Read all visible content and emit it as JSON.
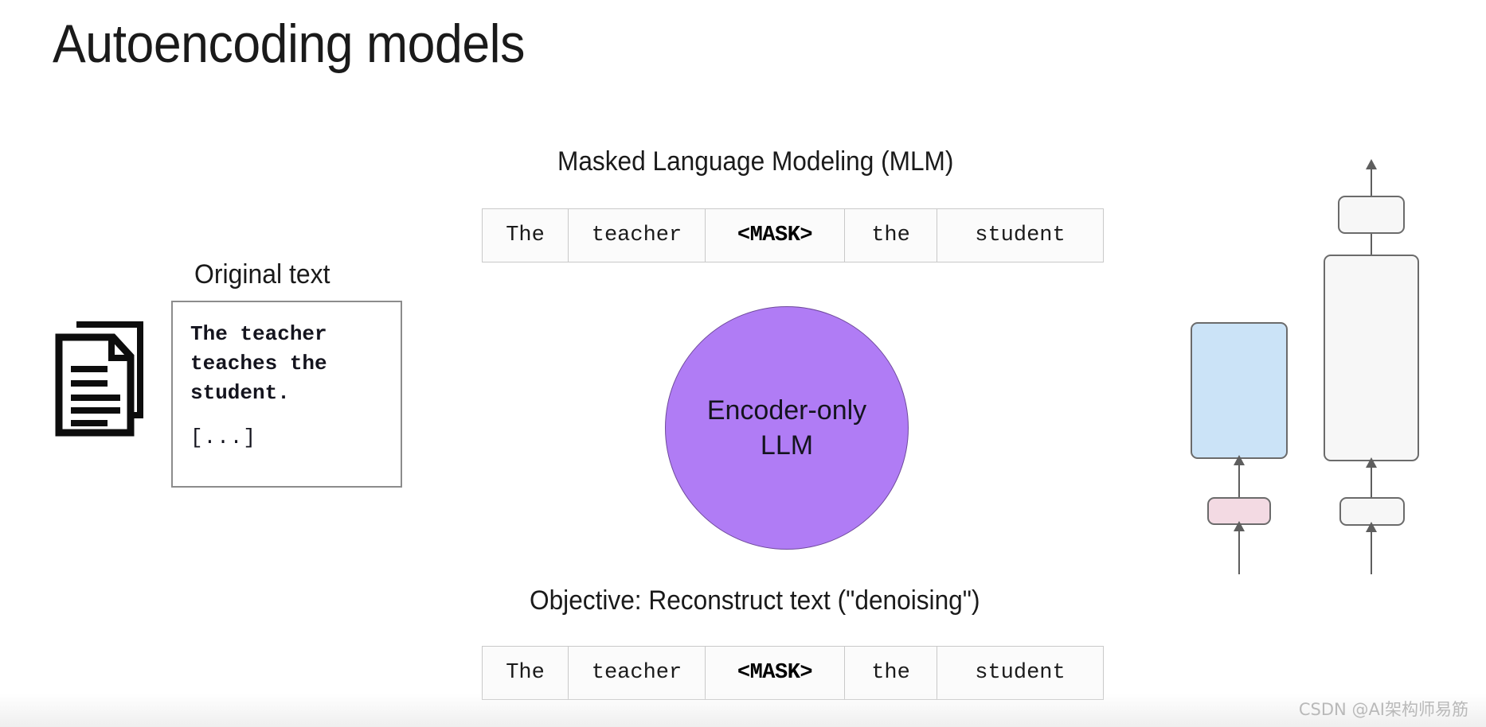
{
  "slide": {
    "title": "Autoencoding models",
    "background_color": "#ffffff"
  },
  "left_panel": {
    "label": "Original text",
    "icon": "documents-icon",
    "text_box": {
      "body": "The teacher\nteaches the\nstudent.",
      "ellipsis": "[...]"
    }
  },
  "center_panel": {
    "mlm_heading": "Masked Language Modeling (MLM)",
    "objective_heading": "Objective: Reconstruct text (\"denoising\")",
    "input_tokens": [
      "The",
      "teacher",
      "<MASK>",
      "the",
      "student"
    ],
    "output_tokens": [
      "The",
      "teacher",
      "<MASK>",
      "the",
      "student"
    ],
    "model": {
      "line1": "Encoder-only",
      "line2": "LLM",
      "fill_color": "#b07cf5",
      "stroke_color": "#6f4a9c"
    }
  },
  "right_panel": {
    "blocks": [
      {
        "name": "encoder-stack-block",
        "color": "#cbe3f7"
      },
      {
        "name": "encoder-input-embedding-block",
        "color": "#f3dae3"
      },
      {
        "name": "decoder-stack-block",
        "color": "#f7f7f7"
      },
      {
        "name": "decoder-output-head-block",
        "color": "#f7f7f7"
      },
      {
        "name": "decoder-input-embedding-block",
        "color": "#f7f7f7"
      }
    ]
  },
  "watermark": {
    "text": "CSDN @AI架构师易筋",
    "color": "#b9b9b9"
  }
}
